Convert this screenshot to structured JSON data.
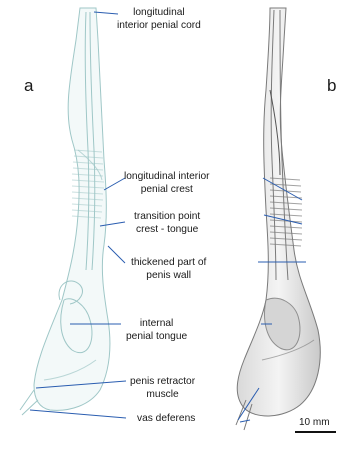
{
  "panel_labels": {
    "a": "a",
    "b": "b"
  },
  "annotations": {
    "cord": {
      "line1": "longitudinal",
      "line2": "interior penial cord"
    },
    "crest": {
      "line1": "longitudinal interior",
      "line2": "penial crest"
    },
    "transition": {
      "line1": "transition point",
      "line2": "crest - tongue"
    },
    "thickened": {
      "line1": "thickened part of",
      "line2": "penis wall"
    },
    "tongue": {
      "line1": "internal",
      "line2": "penial tongue"
    },
    "retractor": {
      "line1": "penis retractor",
      "line2": "muscle"
    },
    "vas": {
      "line1": "vas deferens"
    }
  },
  "scale_bar": {
    "label": "10 mm"
  },
  "colors": {
    "drawing_a": "#9fc7c7",
    "drawing_b": "#7a7a7a",
    "leader_line": "#2a5db0",
    "text": "#1a1a1a"
  }
}
